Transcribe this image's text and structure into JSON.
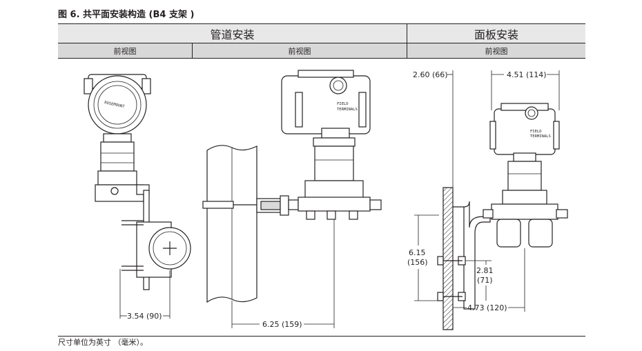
{
  "figure": {
    "title": "图 6. 共平面安装构造 (B4 支架 )"
  },
  "headers": {
    "pipe_mount": "管道安装",
    "panel_mount": "面板安装"
  },
  "subheaders": {
    "view_a": "前视图",
    "view_b": "前视图",
    "view_c": "前视图"
  },
  "dimensions": {
    "d1": "3.54 (90)",
    "d2": "6.25 (159)",
    "d3": "2.60 (66)",
    "d4": "4.51 (114)",
    "d5_in": "6.15",
    "d5_mm": "(156)",
    "d6_in": "2.81",
    "d6_mm": "(71)",
    "d7": "4.73 (120)"
  },
  "labels": {
    "brand": "ROSEMOUNT",
    "field1": "FIELD",
    "terminals1": "TERMINALS",
    "field2": "FIELD",
    "terminals2": "TERMINALS"
  },
  "footnote": "尺寸单位为英寸 （毫米）。"
}
